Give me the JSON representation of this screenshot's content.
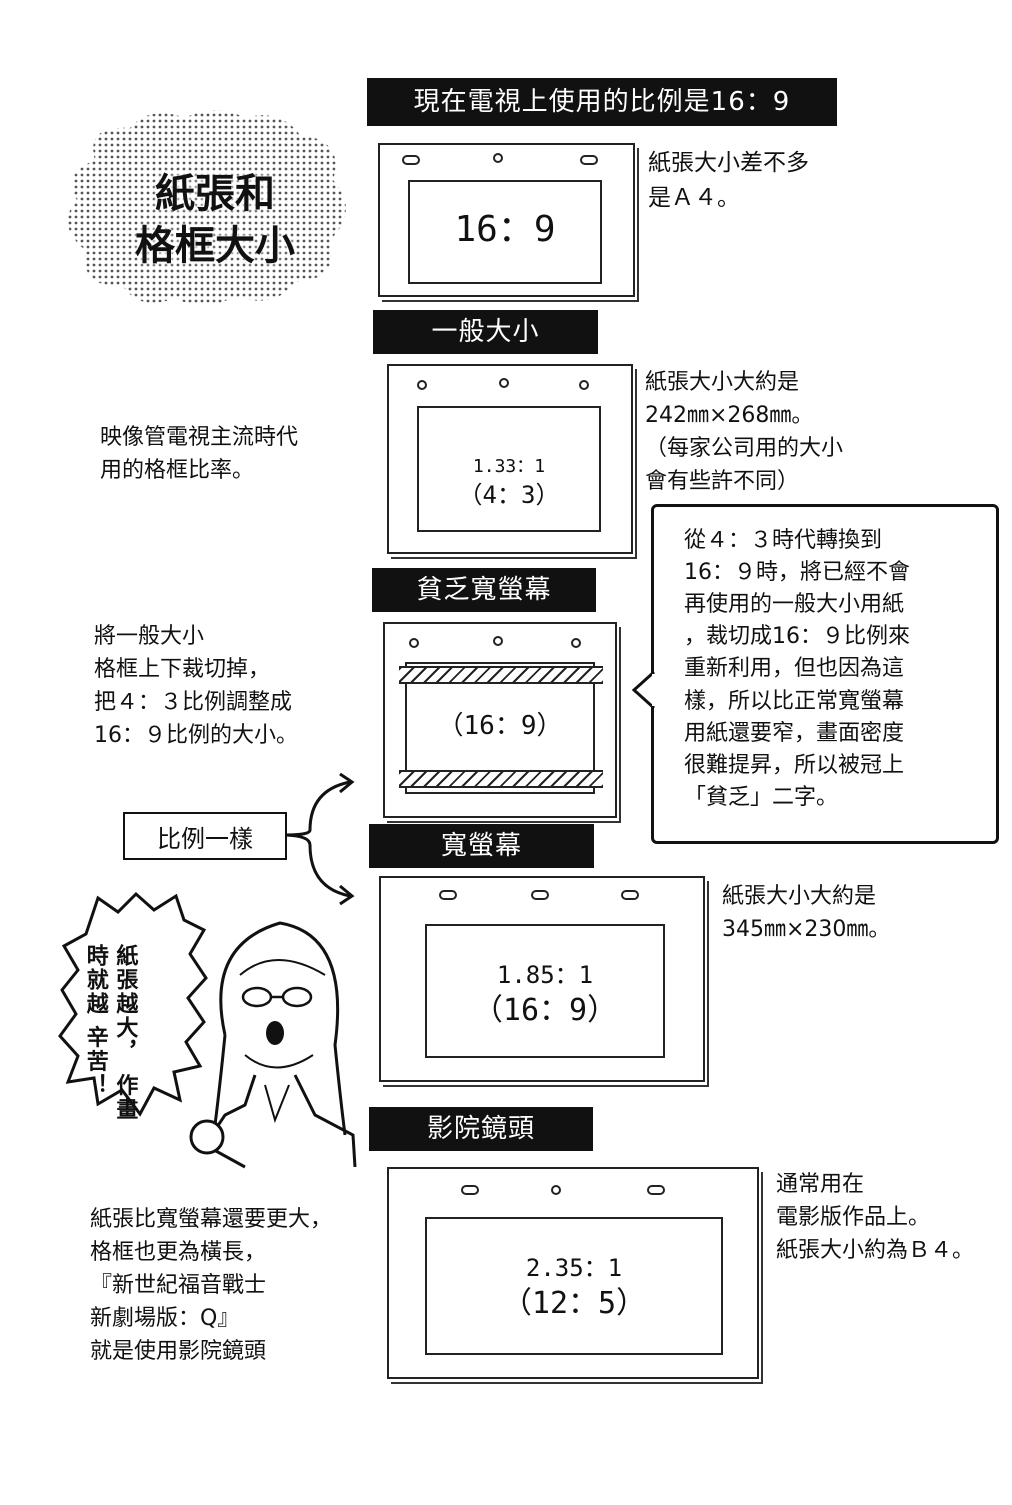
{
  "header": {
    "label": "現在電視上使用的比例是16：9"
  },
  "title": {
    "line1": "紙張和",
    "line2": "格框大小"
  },
  "frame_16_9": {
    "ratio": "16：9",
    "side_note": "紙張大小差不多\n是Ａ４。"
  },
  "standard": {
    "label": "一般大小",
    "ratio_line1": "1.33：1",
    "ratio_line2": "（4：3）",
    "left_note": "映像管電視主流時代\n用的格框比率。",
    "right_note": "紙張大小大約是\n242㎜×268㎜。\n（每家公司用的大小\n會有些許不同）"
  },
  "poor_wide": {
    "label": "貧乏寬螢幕",
    "ratio": "（16：9）",
    "left_note": "將一般大小\n格框上下裁切掉，\n把４：３比例調整成\n16：９比例的大小。",
    "callout": "從４：３時代轉換到\n16：９時，將已經不會\n再使用的一般大小用紙\n，裁切成16：９比例來\n重新利用，但也因為這\n樣，所以比正常寬螢幕\n用紙還要窄，畫面密度\n很難提昇，所以被冠上\n「貧乏」二字。"
  },
  "same_ratio": {
    "label": "比例一樣"
  },
  "wide": {
    "label": "寬螢幕",
    "ratio_line1": "1.85：1",
    "ratio_line2": "（16：9）",
    "right_note": "紙張大小大約是\n345㎜×230㎜。"
  },
  "speech": {
    "text": "紙張越大，\n作畫時就越\n辛苦！"
  },
  "cinema": {
    "label": "影院鏡頭",
    "ratio_line1": "2.35：1",
    "ratio_line2": "（12：5）",
    "right_note": "通常用在\n電影版作品上。\n紙張大小約為Ｂ４。",
    "left_note": "紙張比寬螢幕還要更大，\n格框也更為橫長，\n『新世紀福音戰士\n新劇場版：Q』\n就是使用影院鏡頭"
  },
  "colors": {
    "ink": "#111111",
    "paper": "#ffffff",
    "screentone": "#9a9a9a"
  }
}
